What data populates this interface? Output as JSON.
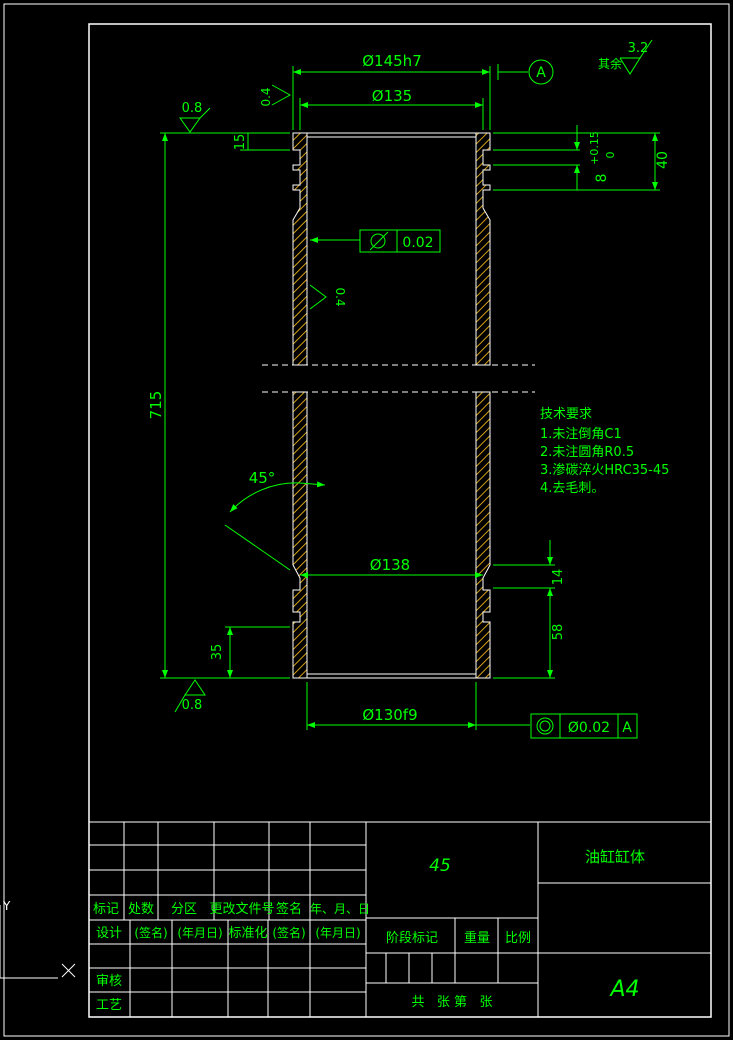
{
  "drawing": {
    "dims": {
      "d145": "Ø145h7",
      "d135": "Ø135",
      "d138": "Ø138",
      "d130": "Ø130f9",
      "len715": "715",
      "groove15": "15",
      "groove40": "40",
      "groove8": "8",
      "tol_upper": "+0.15",
      "tol_lower": "0",
      "groove14": "14",
      "groove58": "58",
      "groove35": "35",
      "angle45": "45°"
    },
    "roughness": {
      "other_label": "其余",
      "other_value": "3.2",
      "top_left": "0.8",
      "top_outer": "0.4",
      "inner_bore": "0.4",
      "bottom_left": "0.8"
    },
    "datum_label": "A",
    "tolerances": {
      "cylindricity_value": "0.02",
      "coaxiality_value": "Ø0.02",
      "coaxiality_datum": "A"
    },
    "tech_requirements": {
      "title": "技术要求",
      "items": [
        "1.未注倒角C1",
        "2.未注圆角R0.5",
        "3.渗碳淬火HRC35-45",
        "4.去毛刺。"
      ]
    },
    "colors": {
      "line": "#00ff00",
      "frame": "#ffffff",
      "hatch": "#d4a017",
      "text": "#00ff00"
    }
  },
  "title_block": {
    "material": "45",
    "part_name": "油缸缸体",
    "sheet_size": "A4",
    "h_mark": "标记",
    "h_count": "处数",
    "h_zone": "分区",
    "h_docno": "更改文件号",
    "h_sign": "签名",
    "h_date": "年、月、日",
    "r_design": "设计",
    "r_sign1": "(签名)",
    "r_date1": "(年月日)",
    "r_std": "标准化",
    "r_sign2": "(签名)",
    "r_date2": "(年月日)",
    "r_review": "审核",
    "r_process": "工艺",
    "stage": "阶段标记",
    "weight": "重量",
    "scale": "比例",
    "sheets": "共   张 第   张"
  },
  "ucs": {
    "x": "X",
    "y": "Y"
  }
}
